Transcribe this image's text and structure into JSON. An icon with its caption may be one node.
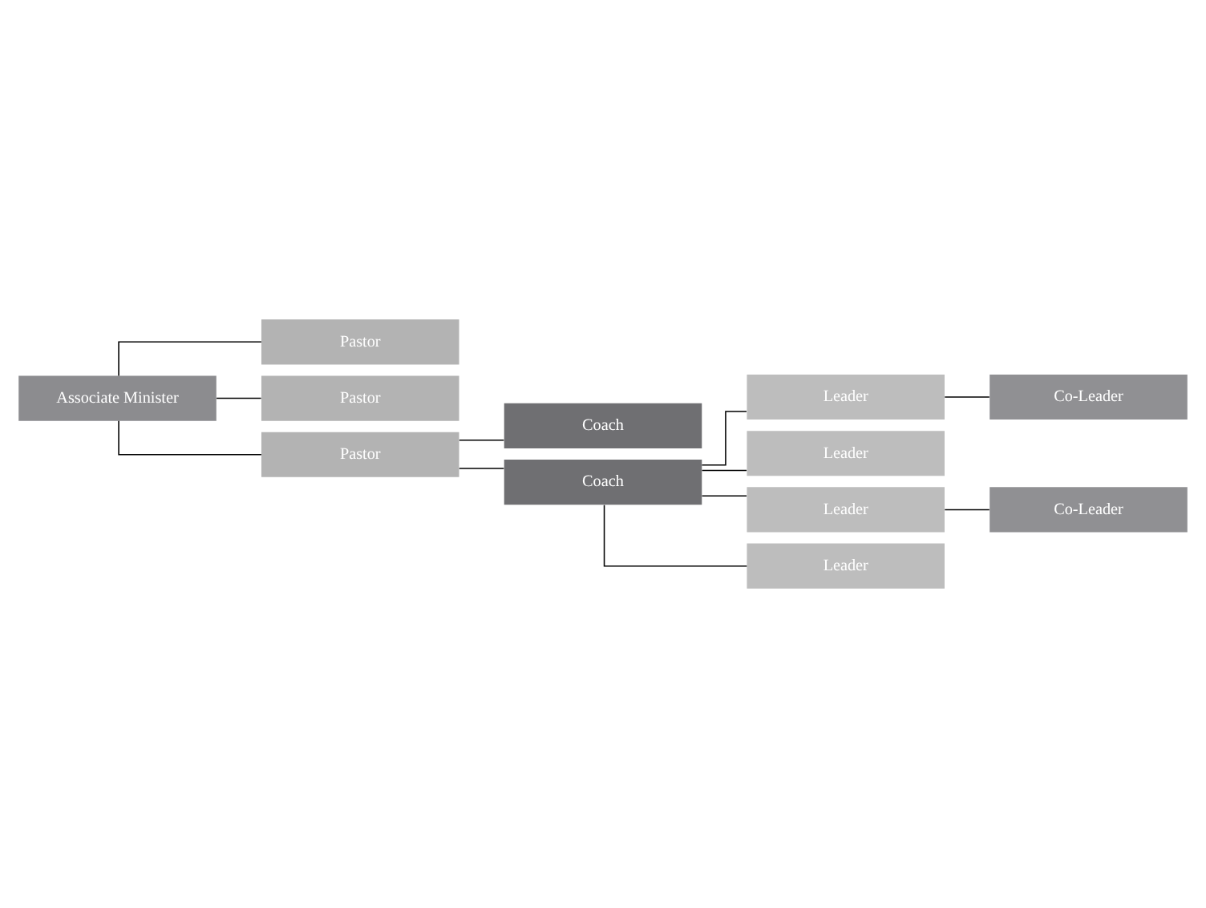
{
  "diagram": {
    "nodes": [
      {
        "text": [
          "Associate Minister"
        ]
      },
      {
        "text": [
          "Pastor"
        ]
      },
      {
        "text": [
          "Pastor"
        ]
      },
      {
        "text": [
          "Pastor"
        ]
      },
      {
        "text": [
          "Coach"
        ]
      },
      {
        "text": [
          "Coach"
        ]
      },
      {
        "text": [
          "Leader"
        ]
      },
      {
        "text": [
          "Leader"
        ]
      },
      {
        "text": [
          "Leader"
        ]
      },
      {
        "text": [
          "Leader"
        ]
      },
      {
        "text": [
          "Co-Leader"
        ]
      },
      {
        "text": [
          "Co-Leader"
        ]
      }
    ],
    "edges": [
      {
        "from": 0,
        "to": 1,
        "arrow": "none"
      },
      {
        "from": 0,
        "to": 2,
        "arrow": "none"
      },
      {
        "from": 0,
        "to": 3,
        "arrow": "none"
      },
      {
        "from": 3,
        "to": 4,
        "arrow": "none"
      },
      {
        "from": 3,
        "to": 5,
        "arrow": "none"
      },
      {
        "from": 5,
        "to": 6,
        "arrow": "none"
      },
      {
        "from": 5,
        "to": 7,
        "arrow": "none"
      },
      {
        "from": 5,
        "to": 8,
        "arrow": "none"
      },
      {
        "from": 5,
        "to": 9,
        "arrow": "none"
      },
      {
        "from": 6,
        "to": 10,
        "arrow": "none"
      },
      {
        "from": 8,
        "to": 11,
        "arrow": "none"
      }
    ]
  }
}
